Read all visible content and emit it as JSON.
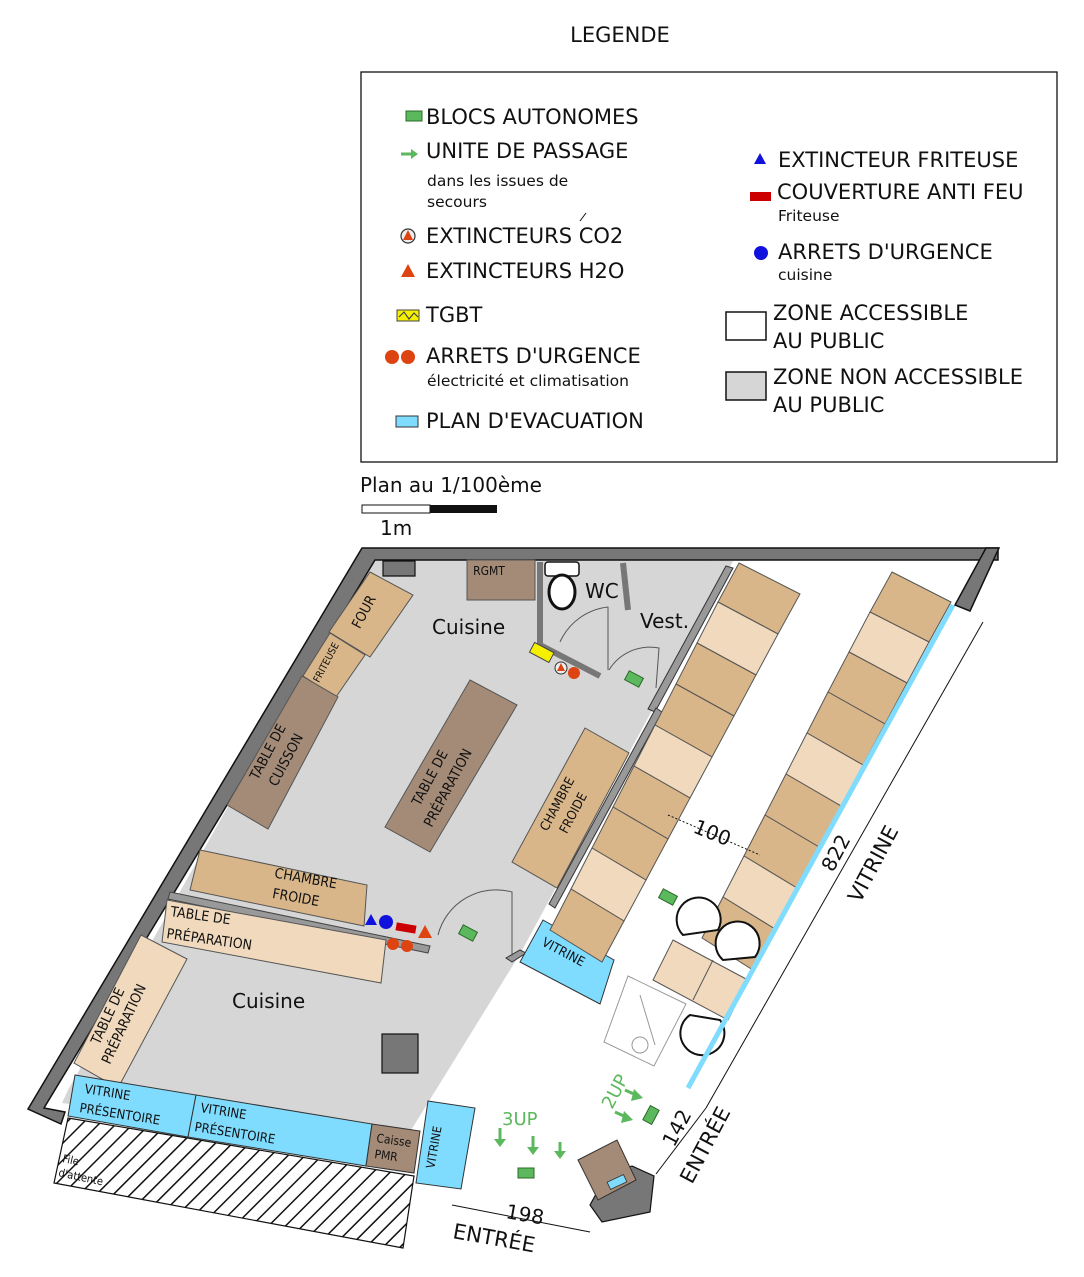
{
  "legend": {
    "title": "LEGENDE",
    "items": {
      "blocs": "BLOCS AUTONOMES",
      "passage": "UNITE DE PASSAGE",
      "passage_sub1": "dans les issues de",
      "passage_sub2": "secours",
      "co2": "EXTINCTEURS CO2",
      "h2o": "EXTINCTEURS H2O",
      "tgbt": "TGBT",
      "arrets_elec": "ARRETS D'URGENCE",
      "arrets_elec_sub": "électricité et climatisation",
      "plan_evac": "PLAN D'EVACUATION",
      "ext_friteuse": "EXTINCTEUR FRITEUSE",
      "couverture": "COUVERTURE ANTI FEU",
      "couverture_sub": "Friteuse",
      "arrets_cuisine": "ARRETS D'URGENCE",
      "arrets_cuisine_sub": "cuisine",
      "zone_pub_1": "ZONE ACCESSIBLE",
      "zone_pub_2": "AU PUBLIC",
      "zone_nonpub_1": "ZONE NON ACCESSIBLE",
      "zone_nonpub_2": "AU PUBLIC"
    },
    "colors": {
      "bloc": "#5cb85c",
      "arrow": "#5cb85c",
      "fire_red": "#dd4411",
      "friteuse_blue": "#1111dd",
      "couverture_red": "#cc0000",
      "tgbt_yellow": "#f5f000",
      "evac_blue": "#7fdcff",
      "zone_grey": "#d6d6d6"
    }
  },
  "scale": {
    "title": "Plan au 1/100ème",
    "label": "1m"
  },
  "plan": {
    "rooms": {
      "cuisine_top": "Cuisine",
      "cuisine_bottom": "Cuisine",
      "wc": "WC",
      "vest": "Vest."
    },
    "equipment": {
      "four": "FOUR",
      "friteuse": "FRITEUSE",
      "rgmt": "RGMT",
      "table_cuisson_1": "TABLE DE",
      "table_cuisson_2": "CUISSON",
      "table_prep_center_1": "TABLE DE",
      "table_prep_center_2": "PRÉPARATION",
      "chambre_froide_right_1": "CHAMBRE",
      "chambre_froide_right_2": "FROIDE",
      "chambre_froide_left_1": "CHAMBRE",
      "chambre_froide_left_2": "FROIDE",
      "table_prep_mid_1": "TABLE DE",
      "table_prep_mid_2": "PRÉPARATION",
      "table_prep_left_1": "TABLE DE",
      "table_prep_left_2": "PRÉPARATION",
      "vitrine_small": "VITRINE",
      "vitrine_pres_1a": "VITRINE",
      "vitrine_pres_1b": "PRÉSENTOIRE",
      "vitrine_pres_2a": "VITRINE",
      "vitrine_pres_2b": "PRÉSENTOIRE",
      "caisse_1": "Caisse",
      "caisse_2": "PMR",
      "vitrine_vertical": "VITRINE",
      "file_1": "File",
      "file_2": "d'attente"
    },
    "dimensions": {
      "d100": "100",
      "d822": "822",
      "d142": "142",
      "d198": "198",
      "vitrine_long": "VITRINE",
      "entree_right": "ENTRÉE",
      "entree_bottom": "ENTRÉE",
      "up3": "3UP",
      "up2": "2UP"
    }
  }
}
